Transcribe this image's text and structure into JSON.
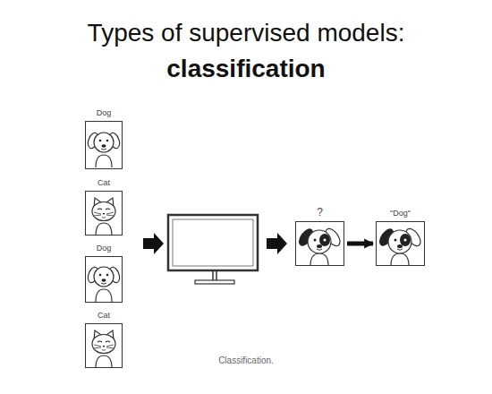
{
  "diagram": {
    "title": "Types of supervised models:",
    "caption": "Classification.",
    "nodes": [
      {
        "text": [
          "Dog"
        ]
      },
      {
        "text": [
          "Cat"
        ]
      },
      {
        "text": [
          "Dog"
        ]
      },
      {
        "text": [
          "Cat"
        ]
      },
      {
        "text": [
          "?"
        ]
      },
      {
        "text": [
          "\"Dog\""
        ]
      }
    ],
    "edges": [
      {
        "from": 4,
        "to": 5,
        "arrow": "to"
      }
    ],
    "labels": [
      "classification"
    ]
  }
}
